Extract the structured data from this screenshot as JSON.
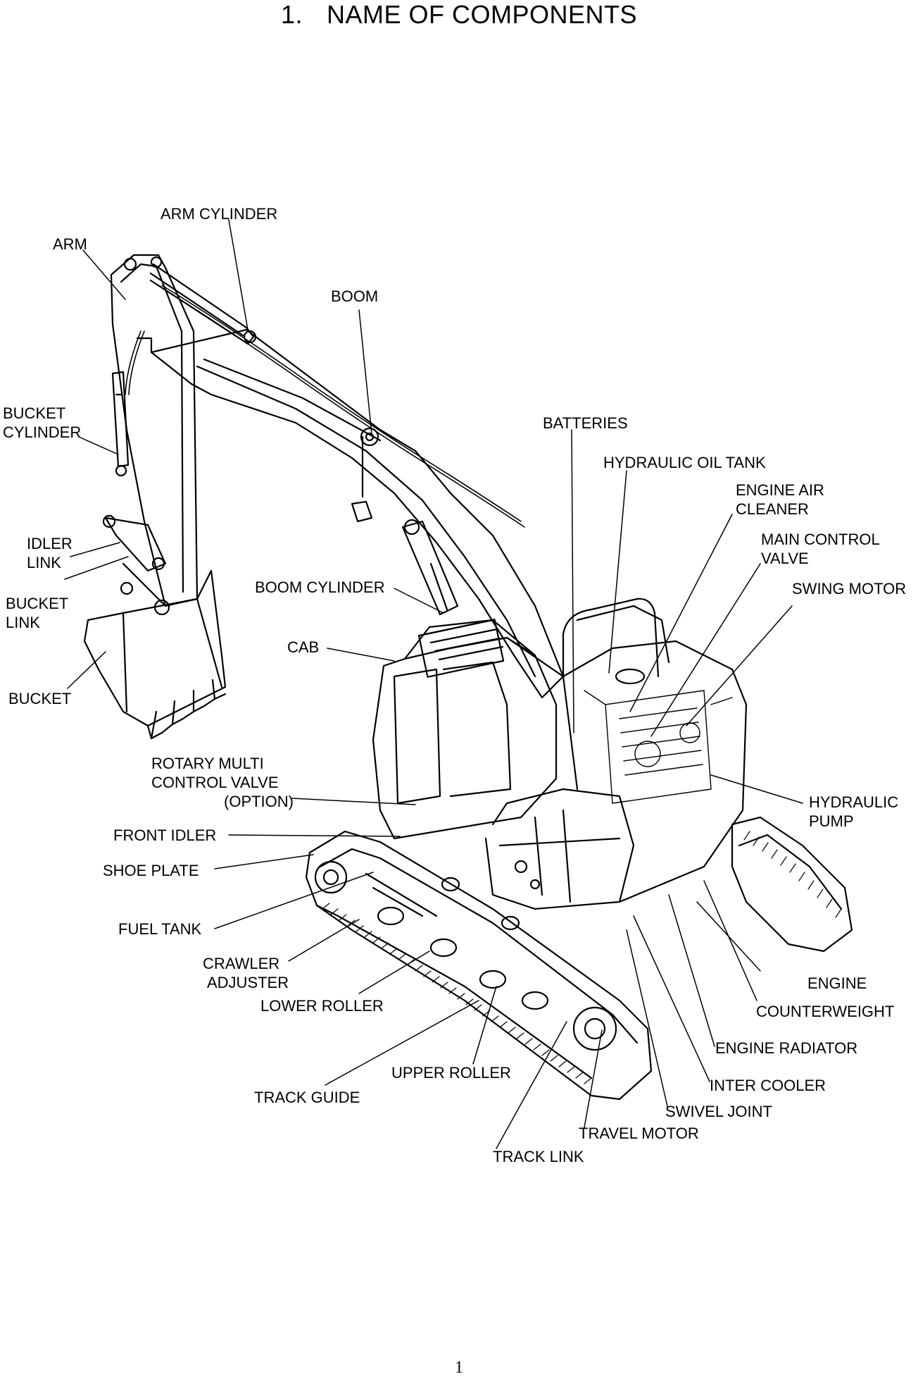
{
  "page": {
    "section_number": "1.",
    "title": "NAME OF COMPONENTS",
    "page_number": "1"
  },
  "labels": {
    "arm": "ARM",
    "arm_cylinder": "ARM CYLINDER",
    "boom": "BOOM",
    "bucket_cylinder": [
      "BUCKET",
      "CYLINDER"
    ],
    "idler_link": [
      "IDLER",
      "LINK"
    ],
    "bucket_link": [
      "BUCKET",
      "LINK"
    ],
    "bucket": "BUCKET",
    "boom_cylinder": "BOOM CYLINDER",
    "cab": "CAB",
    "batteries": "BATTERIES",
    "hydraulic_oil_tank": "HYDRAULIC OIL TANK",
    "engine_air_cleaner": [
      "ENGINE AIR",
      "CLEANER"
    ],
    "main_control_valve": [
      "MAIN CONTROL",
      "VALVE"
    ],
    "swing_motor": "SWING MOTOR",
    "rotary_multi_control_valve": [
      "ROTARY MULTI",
      "CONTROL VALVE",
      "(OPTION)"
    ],
    "front_idler": "FRONT IDLER",
    "shoe_plate": "SHOE PLATE",
    "fuel_tank": "FUEL TANK",
    "crawler_adjuster": [
      "CRAWLER",
      "ADJUSTER"
    ],
    "lower_roller": "LOWER ROLLER",
    "upper_roller": "UPPER ROLLER",
    "track_guide": "TRACK GUIDE",
    "track_link": "TRACK LINK",
    "travel_motor": "TRAVEL MOTOR",
    "swivel_joint": "SWIVEL JOINT",
    "inter_cooler": "INTER COOLER",
    "engine_radiator": "ENGINE RADIATOR",
    "counterweight": "COUNTERWEIGHT",
    "engine": "ENGINE",
    "hydraulic_pump": [
      "HYDRAULIC",
      "PUMP"
    ]
  },
  "colors": {
    "ink": "#000000",
    "paper": "#ffffff"
  }
}
